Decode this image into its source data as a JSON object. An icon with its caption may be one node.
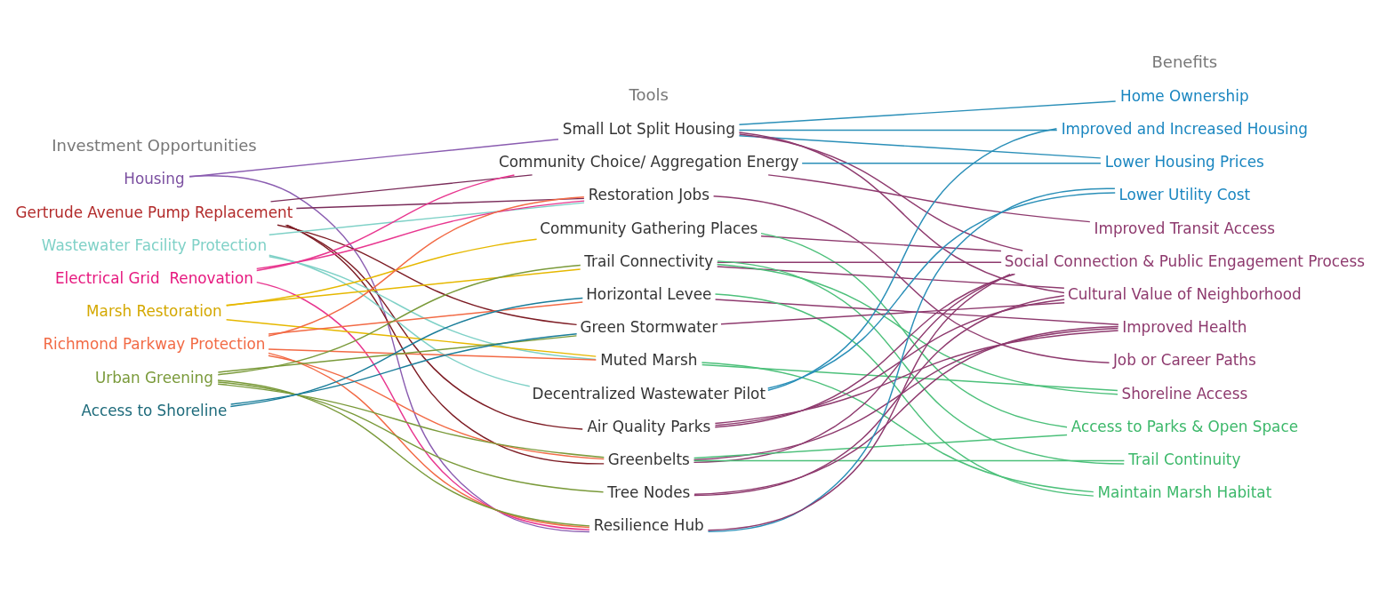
{
  "diagram": {
    "nodes": [
      {
        "text": [
          "Housing"
        ]
      },
      {
        "text": [
          "Gertrude Avenue Pump Replacement"
        ]
      },
      {
        "text": [
          "Wastewater Facility Protection"
        ]
      },
      {
        "text": [
          "Electrical Grid  Renovation"
        ]
      },
      {
        "text": [
          "Marsh Restoration"
        ]
      },
      {
        "text": [
          "Richmond Parkway Protection"
        ]
      },
      {
        "text": [
          "Urban Greening"
        ]
      },
      {
        "text": [
          "Access to Shoreline"
        ]
      },
      {
        "text": [
          "Small Lot Split Housing"
        ]
      },
      {
        "text": [
          "Community Choice/ Aggregation Energy"
        ]
      },
      {
        "text": [
          "Restoration Jobs"
        ]
      },
      {
        "text": [
          "Community Gathering Places"
        ]
      },
      {
        "text": [
          "Trail Connectivity"
        ]
      },
      {
        "text": [
          "Horizontal Levee"
        ]
      },
      {
        "text": [
          "Green Stormwater"
        ]
      },
      {
        "text": [
          "Muted Marsh"
        ]
      },
      {
        "text": [
          "Decentralized Wastewater Pilot"
        ]
      },
      {
        "text": [
          "Air Quality Parks"
        ]
      },
      {
        "text": [
          "Greenbelts"
        ]
      },
      {
        "text": [
          "Tree Nodes"
        ]
      },
      {
        "text": [
          "Resilience Hub"
        ]
      },
      {
        "text": [
          "Home Ownership"
        ]
      },
      {
        "text": [
          "Improved and Increased Housing"
        ]
      },
      {
        "text": [
          "Lower Housing Prices"
        ]
      },
      {
        "text": [
          "Lower Utility Cost"
        ]
      },
      {
        "text": [
          "Improved Transit Access"
        ]
      },
      {
        "text": [
          "Social Connection & Public Engagement Process"
        ]
      },
      {
        "text": [
          "Cultural Value of Neighborhood"
        ]
      },
      {
        "text": [
          "Improved Health"
        ]
      },
      {
        "text": [
          "Job or Career Paths"
        ]
      },
      {
        "text": [
          "Shoreline Access"
        ]
      },
      {
        "text": [
          "Access to Parks & Open Space"
        ]
      },
      {
        "text": [
          "Trail Continuity"
        ]
      },
      {
        "text": [
          "Maintain Marsh Habitat"
        ]
      }
    ],
    "edges": [
      {
        "from": 0,
        "to": 8,
        "arrow": "none",
        "color": "#8a5cb0"
      },
      {
        "from": 0,
        "to": 20,
        "arrow": "none",
        "color": "#8a5cb0"
      },
      {
        "from": 1,
        "to": 9,
        "arrow": "none",
        "color": "#7a2c5a"
      },
      {
        "from": 1,
        "to": 10,
        "arrow": "none",
        "color": "#7a2c5a"
      },
      {
        "from": 1,
        "to": 14,
        "arrow": "none",
        "color": "#7d1c24"
      },
      {
        "from": 1,
        "to": 17,
        "arrow": "none",
        "color": "#7d1c24"
      },
      {
        "from": 1,
        "to": 18,
        "arrow": "none",
        "color": "#7d1c24"
      },
      {
        "from": 2,
        "to": 10,
        "arrow": "none",
        "color": "#7fd1c7"
      },
      {
        "from": 2,
        "to": 15,
        "arrow": "none",
        "color": "#7fd1c7"
      },
      {
        "from": 2,
        "to": 16,
        "arrow": "none",
        "color": "#7fd1c7"
      },
      {
        "from": 3,
        "to": 9,
        "arrow": "none",
        "color": "#e8368f"
      },
      {
        "from": 3,
        "to": 10,
        "arrow": "none",
        "color": "#e8368f"
      },
      {
        "from": 3,
        "to": 20,
        "arrow": "none",
        "color": "#e8368f"
      },
      {
        "from": 4,
        "to": 11,
        "arrow": "none",
        "color": "#e6b800"
      },
      {
        "from": 4,
        "to": 12,
        "arrow": "none",
        "color": "#e6b800"
      },
      {
        "from": 4,
        "to": 15,
        "arrow": "none",
        "color": "#e6b800"
      },
      {
        "from": 5,
        "to": 10,
        "arrow": "none",
        "color": "#f26a45"
      },
      {
        "from": 5,
        "to": 13,
        "arrow": "none",
        "color": "#f26a45"
      },
      {
        "from": 5,
        "to": 15,
        "arrow": "none",
        "color": "#f26a45"
      },
      {
        "from": 5,
        "to": 18,
        "arrow": "none",
        "color": "#f26a45"
      },
      {
        "from": 5,
        "to": 20,
        "arrow": "none",
        "color": "#f26a45"
      },
      {
        "from": 6,
        "to": 12,
        "arrow": "none",
        "color": "#7a9a3a"
      },
      {
        "from": 6,
        "to": 14,
        "arrow": "none",
        "color": "#7a9a3a"
      },
      {
        "from": 6,
        "to": 18,
        "arrow": "none",
        "color": "#7a9a3a"
      },
      {
        "from": 6,
        "to": 19,
        "arrow": "none",
        "color": "#7a9a3a"
      },
      {
        "from": 6,
        "to": 20,
        "arrow": "none",
        "color": "#7a9a3a"
      },
      {
        "from": 7,
        "to": 13,
        "arrow": "none",
        "color": "#1a7d9a"
      },
      {
        "from": 7,
        "to": 14,
        "arrow": "none",
        "color": "#1a7d9a"
      },
      {
        "from": 8,
        "to": 21,
        "arrow": "none",
        "color": "#2a8fb8"
      },
      {
        "from": 8,
        "to": 22,
        "arrow": "none",
        "color": "#2a8fb8"
      },
      {
        "from": 8,
        "to": 23,
        "arrow": "none",
        "color": "#2a8fb8"
      },
      {
        "from": 8,
        "to": 26,
        "arrow": "none",
        "color": "#8e3a6e"
      },
      {
        "from": 8,
        "to": 27,
        "arrow": "none",
        "color": "#8e3a6e"
      },
      {
        "from": 9,
        "to": 23,
        "arrow": "none",
        "color": "#2a8fb8"
      },
      {
        "from": 9,
        "to": 25,
        "arrow": "none",
        "color": "#8e3a6e"
      },
      {
        "from": 10,
        "to": 29,
        "arrow": "none",
        "color": "#8e3a6e"
      },
      {
        "from": 11,
        "to": 26,
        "arrow": "none",
        "color": "#8e3a6e"
      },
      {
        "from": 11,
        "to": 31,
        "arrow": "none",
        "color": "#4cc07a"
      },
      {
        "from": 12,
        "to": 26,
        "arrow": "none",
        "color": "#8e3a6e"
      },
      {
        "from": 12,
        "to": 27,
        "arrow": "none",
        "color": "#8e3a6e"
      },
      {
        "from": 12,
        "to": 30,
        "arrow": "none",
        "color": "#4cc07a"
      },
      {
        "from": 12,
        "to": 32,
        "arrow": "none",
        "color": "#4cc07a"
      },
      {
        "from": 13,
        "to": 28,
        "arrow": "none",
        "color": "#8e3a6e"
      },
      {
        "from": 13,
        "to": 33,
        "arrow": "none",
        "color": "#4cc07a"
      },
      {
        "from": 14,
        "to": 27,
        "arrow": "none",
        "color": "#8e3a6e"
      },
      {
        "from": 15,
        "to": 30,
        "arrow": "none",
        "color": "#4cc07a"
      },
      {
        "from": 15,
        "to": 33,
        "arrow": "none",
        "color": "#4cc07a"
      },
      {
        "from": 16,
        "to": 22,
        "arrow": "none",
        "color": "#2a8fb8"
      },
      {
        "from": 16,
        "to": 24,
        "arrow": "none",
        "color": "#2a8fb8"
      },
      {
        "from": 17,
        "to": 26,
        "arrow": "none",
        "color": "#8e3a6e"
      },
      {
        "from": 17,
        "to": 27,
        "arrow": "none",
        "color": "#8e3a6e"
      },
      {
        "from": 17,
        "to": 28,
        "arrow": "none",
        "color": "#8e3a6e"
      },
      {
        "from": 18,
        "to": 26,
        "arrow": "none",
        "color": "#8e3a6e"
      },
      {
        "from": 18,
        "to": 28,
        "arrow": "none",
        "color": "#8e3a6e"
      },
      {
        "from": 18,
        "to": 31,
        "arrow": "none",
        "color": "#4cc07a"
      },
      {
        "from": 18,
        "to": 32,
        "arrow": "none",
        "color": "#4cc07a"
      },
      {
        "from": 19,
        "to": 27,
        "arrow": "none",
        "color": "#8e3a6e"
      },
      {
        "from": 19,
        "to": 28,
        "arrow": "none",
        "color": "#8e3a6e"
      },
      {
        "from": 20,
        "to": 24,
        "arrow": "none",
        "color": "#2a8fb8"
      },
      {
        "from": 20,
        "to": 26,
        "arrow": "none",
        "color": "#8e3a6e"
      }
    ],
    "labels": [
      "Investment Opportunities",
      "Tools",
      "Benefits"
    ]
  }
}
